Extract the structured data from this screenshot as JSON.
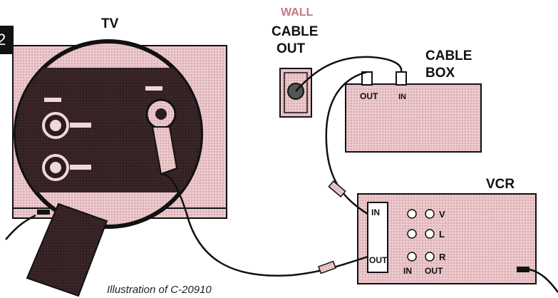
{
  "page_marker": "2",
  "labels": {
    "tv": "TV",
    "wall": "WALL",
    "cable": "CABLE",
    "out": "OUT",
    "cable_box_line1": "CABLE",
    "cable_box_line2": "BOX",
    "box_out": "OUT",
    "box_in": "IN",
    "vcr": "VCR",
    "vcr_in": "IN",
    "vcr_out": "OUT",
    "vcr_v": "V",
    "vcr_l": "L",
    "vcr_r": "R",
    "vcr_av_in": "IN",
    "vcr_av_out": "OUT"
  },
  "caption": "Illustration of C-20910",
  "colors": {
    "panel": "#e9c4c8",
    "panel_pattern": "#d9aeb3",
    "dark": "#2e1f21",
    "outline": "#111111",
    "wall_label": "#c07a80"
  }
}
